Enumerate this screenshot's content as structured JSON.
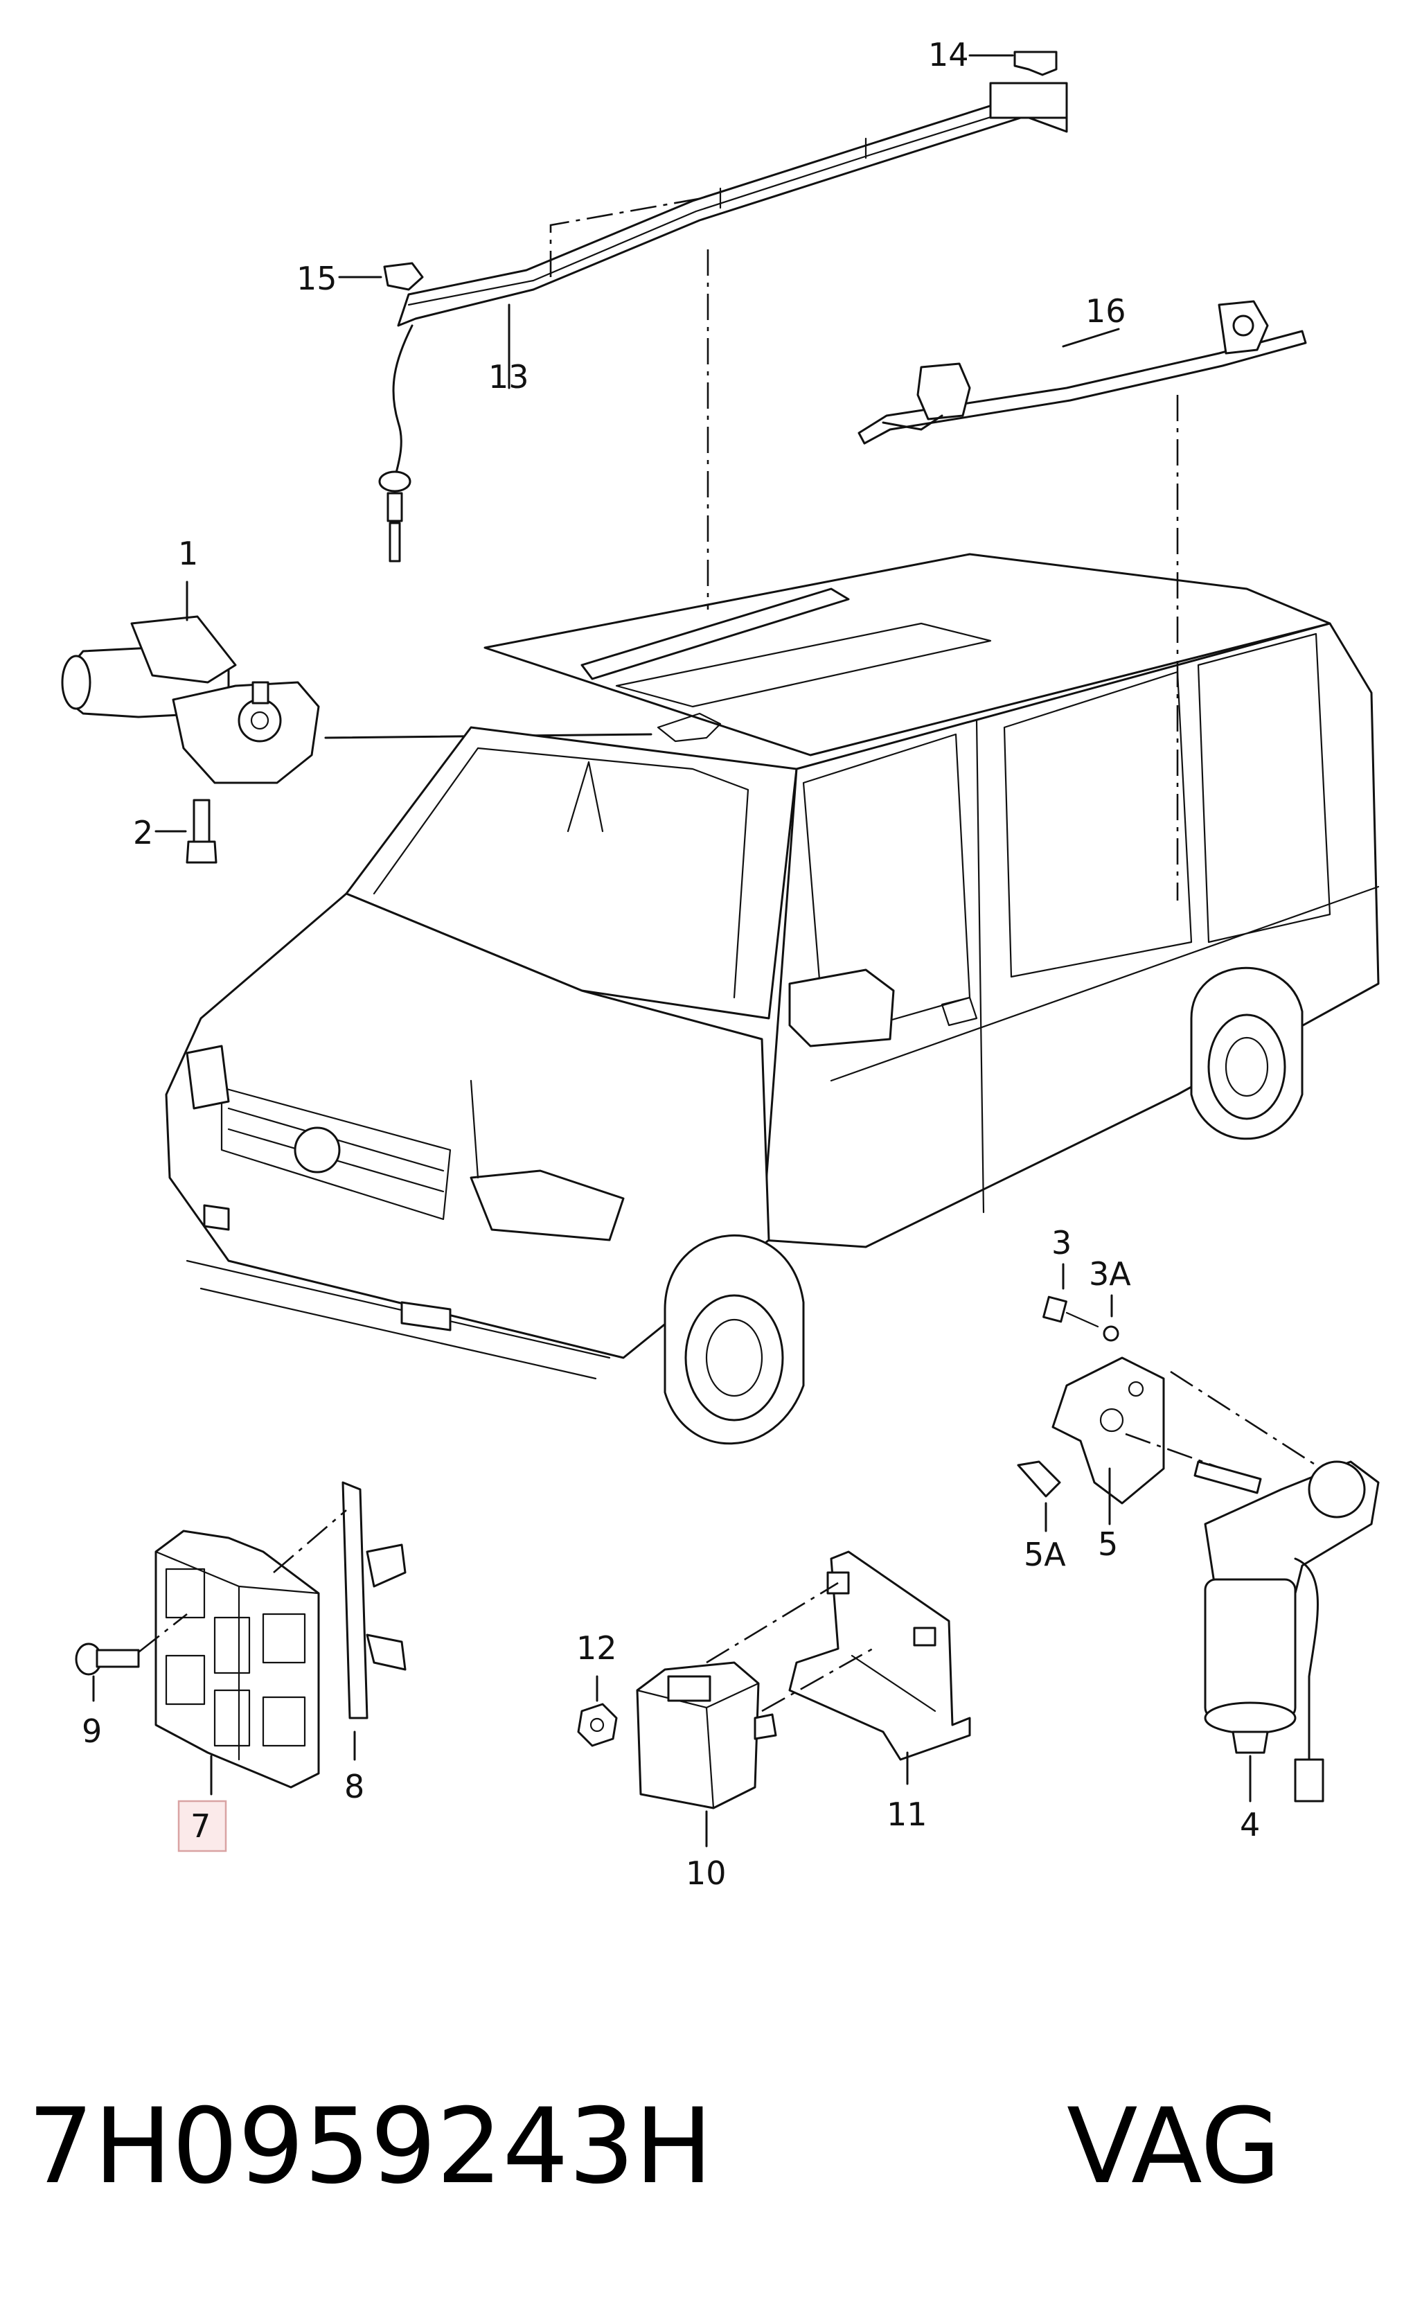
{
  "callouts": {
    "c1": "1",
    "c2": "2",
    "c3": "3",
    "c3a": "3A",
    "c4": "4",
    "c5": "5",
    "c5a": "5A",
    "c7": "7",
    "c8": "8",
    "c9": "9",
    "c10": "10",
    "c11": "11",
    "c12": "12",
    "c13": "13",
    "c14": "14",
    "c15": "15",
    "c16": "16"
  },
  "highlighted_callout": "7",
  "footer": {
    "part_number": "7H0959243H",
    "brand": "VAG"
  },
  "colors": {
    "highlight_fill": "#fbeaea",
    "highlight_border": "#d9a3a3",
    "ink": "#111111"
  }
}
